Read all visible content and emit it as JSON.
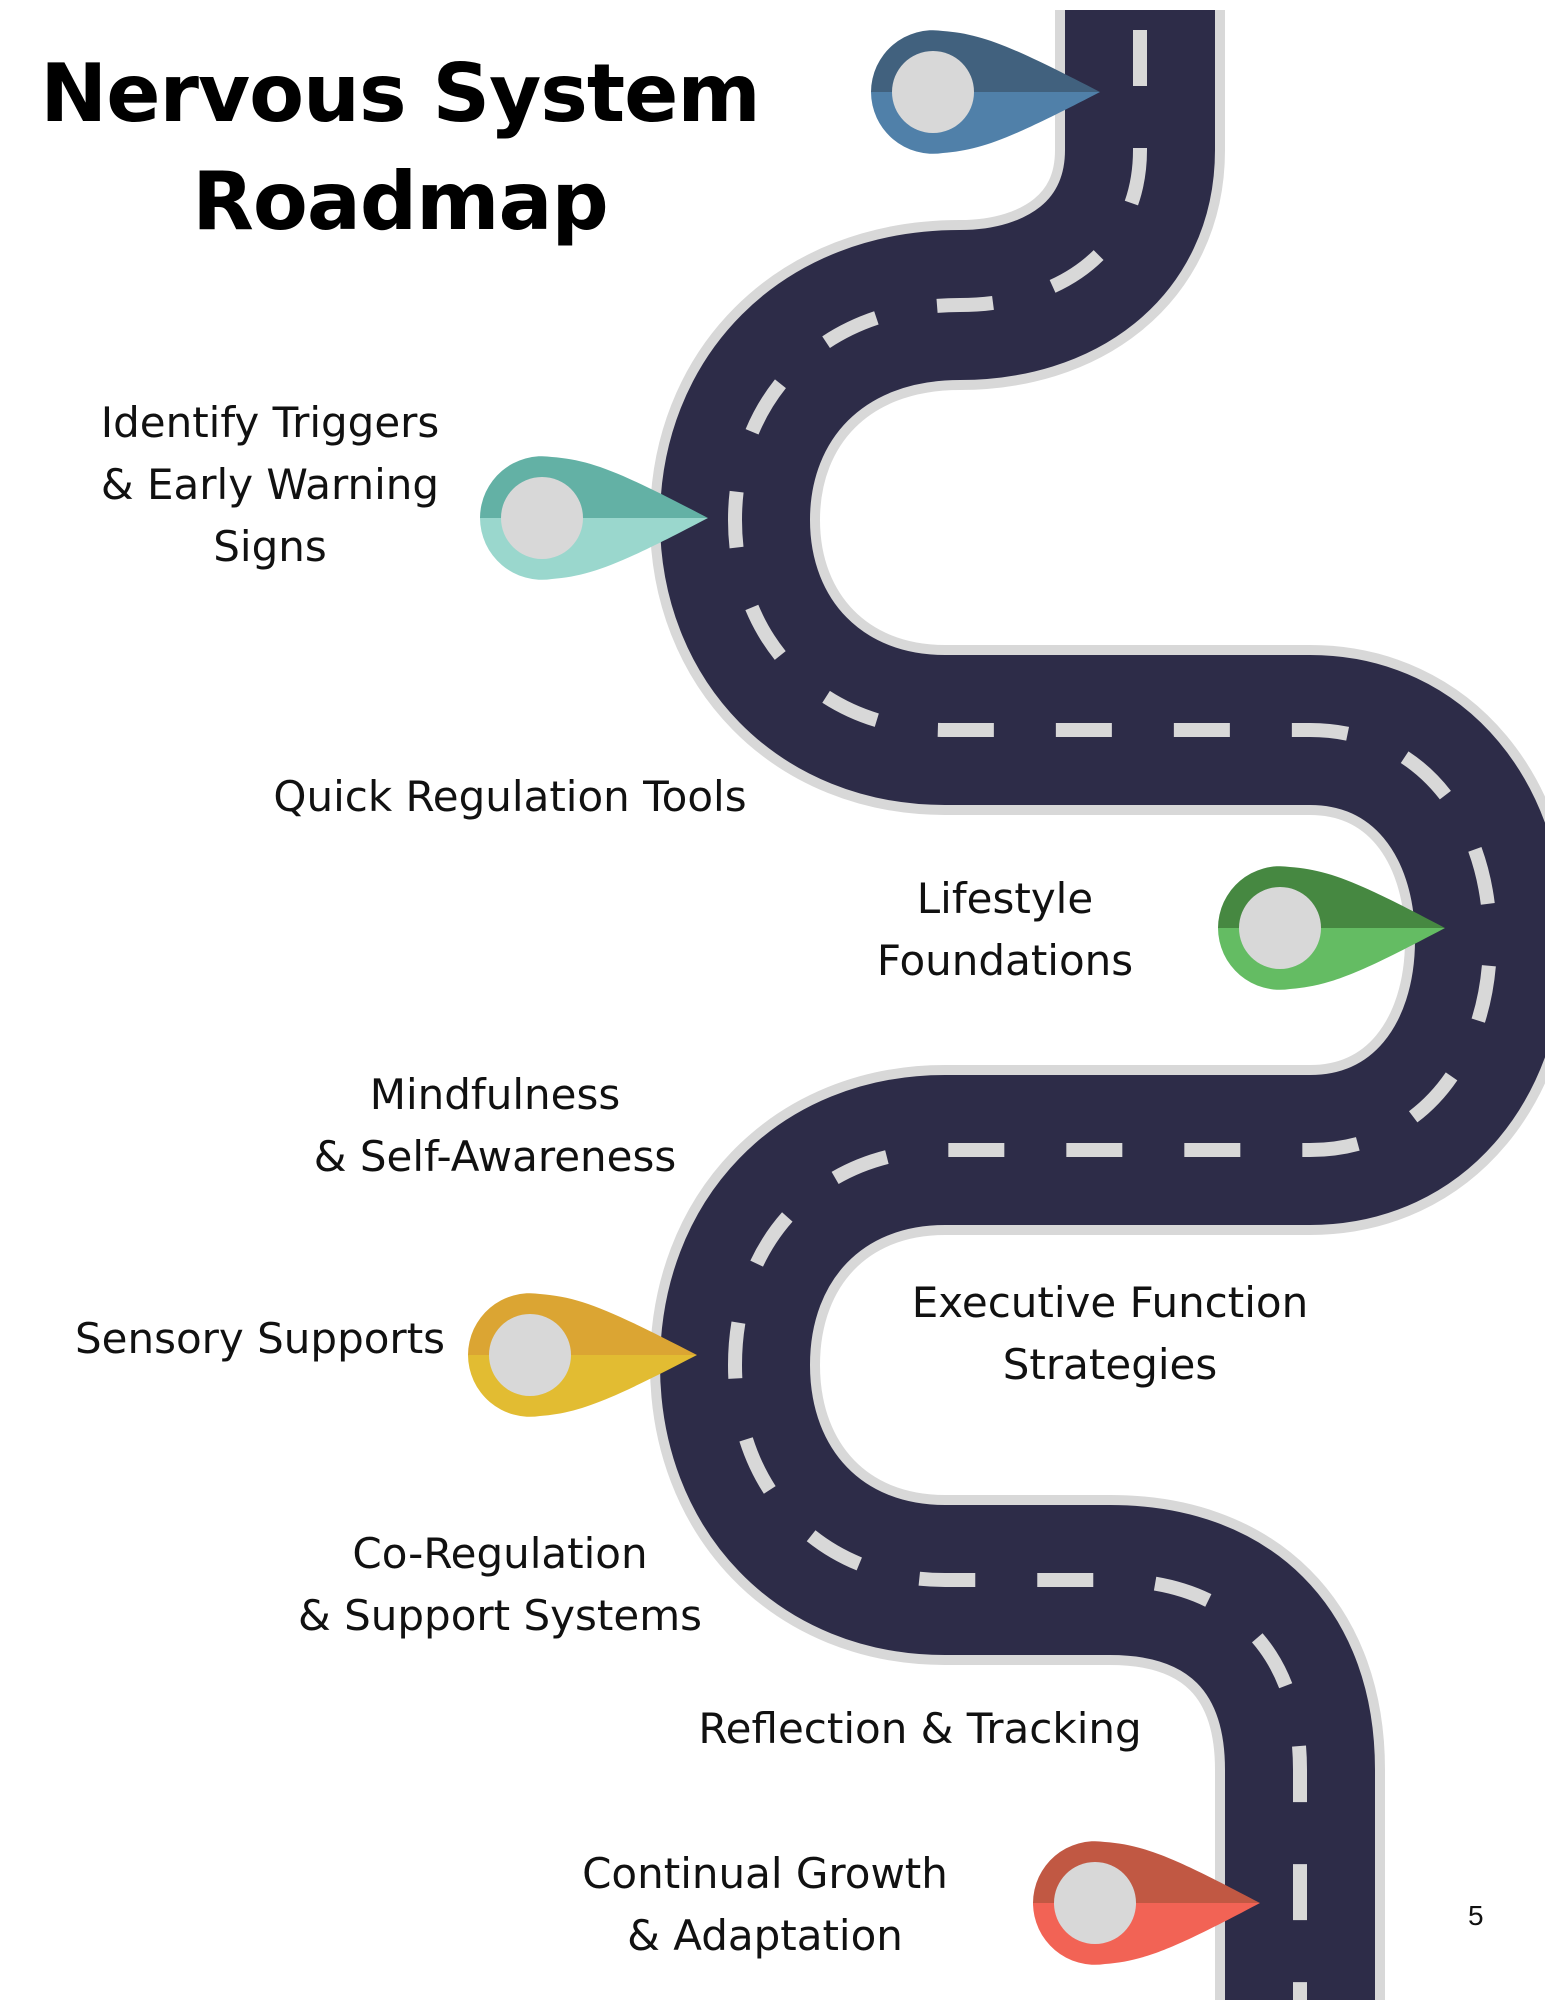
{
  "page": {
    "title_line1": "Nervous System",
    "title_line2": "Roadmap",
    "page_number": "5"
  },
  "colors": {
    "road": "#2d2c48",
    "road_edge": "#d8d8d8",
    "lane_marking": "#d8d8d8",
    "pin_center": "#d8d8d8"
  },
  "pins": [
    {
      "name": "start",
      "top_color": "#41617e",
      "bottom_color": "#5080a9"
    },
    {
      "name": "identify-triggers",
      "top_color": "#63b1a5",
      "bottom_color": "#9ad7cd"
    },
    {
      "name": "lifestyle-foundations",
      "top_color": "#468841",
      "bottom_color": "#64bc63"
    },
    {
      "name": "sensory-supports",
      "top_color": "#dba533",
      "bottom_color": "#e2bc32"
    },
    {
      "name": "continual-growth",
      "top_color": "#c15843",
      "bottom_color": "#f26355"
    }
  ],
  "milestones": [
    {
      "id": "identify-triggers",
      "text": "Identify Triggers\n& Early Warning\nSigns"
    },
    {
      "id": "quick-regulation-tools",
      "text": "Quick Regulation Tools"
    },
    {
      "id": "lifestyle-foundations",
      "text": "Lifestyle\nFoundations"
    },
    {
      "id": "mindfulness-self-awareness",
      "text": "Mindfulness\n& Self-Awareness"
    },
    {
      "id": "sensory-supports",
      "text": "Sensory Supports"
    },
    {
      "id": "executive-function-strategies",
      "text": "Executive Function\nStrategies"
    },
    {
      "id": "co-regulation-support-systems",
      "text": "Co-Regulation\n& Support Systems"
    },
    {
      "id": "reflection-tracking",
      "text": "Reflection & Tracking"
    },
    {
      "id": "continual-growth-adaptation",
      "text": "Continual Growth\n& Adaptation"
    }
  ]
}
